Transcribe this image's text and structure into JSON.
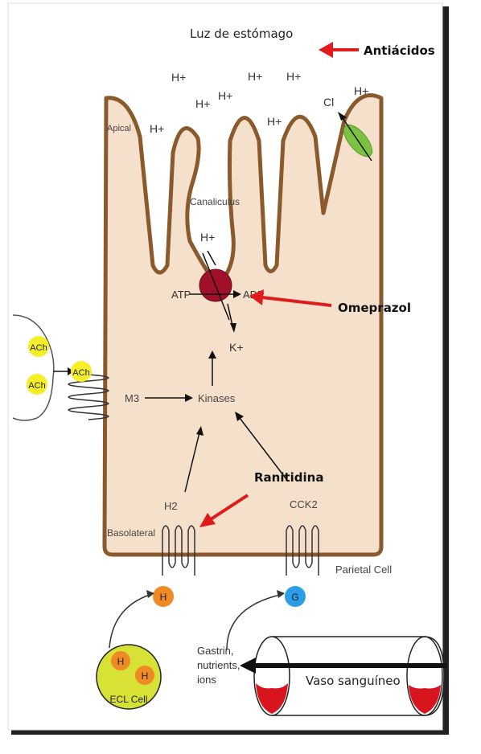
{
  "colors": {
    "cell_fill": "#f5e1cb",
    "cell_border": "#8a5a2c",
    "pump_fill": "#a0102a",
    "channel_fill": "#7cc242",
    "ach_fill": "#f7ee2a",
    "h_ligand_fill": "#f08a24",
    "g_ligand_fill": "#2a9ee6",
    "ecl_fill": "#d8e236",
    "blood_fill": "#d8141e",
    "red_arrow": "#e01b1b",
    "shadow": "#222222"
  },
  "labels": {
    "lumen": "Luz de estómago",
    "apical": "Apical",
    "canaliculus": "Canaliculus",
    "atp": "ATP",
    "adp": "ADP",
    "k_plus": "K+",
    "cl": "Cl",
    "m3": "M3",
    "kinases": "Kinases",
    "h2": "H2",
    "cck2": "CCK2",
    "basolateral": "Basolateral",
    "parietal_cell": "Parietal Cell",
    "ach": "ACh",
    "h_ligand": "H",
    "g_ligand": "G",
    "ecl_cell": "ECL Cell",
    "gastrin_line1": "Gastrin,",
    "gastrin_line2": "nutrients,",
    "gastrin_line3": "ions",
    "vaso": "Vaso sanguíneo",
    "h_plus": "H+"
  },
  "drugs": {
    "antiacidos": "Antiácidos",
    "omeprazol": "Omeprazol",
    "ranitidina": "Ranitidina"
  }
}
